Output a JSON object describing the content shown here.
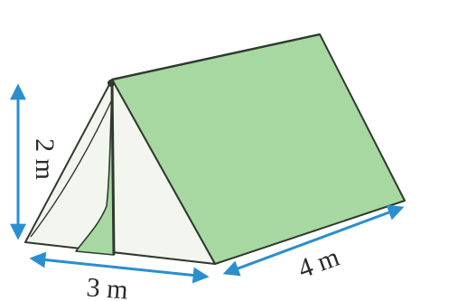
{
  "figure": {
    "shape": "triangular prism tent",
    "colors": {
      "canvas": "#ffffff",
      "roof_fill": "#a7d8a1",
      "front_fill": "#f3f6ee",
      "door_fill": "#a7d8a1",
      "outline": "#2f3a2f",
      "arrow": "#2a8fcf"
    },
    "dimensions": {
      "height": "2 m",
      "width": "3 m",
      "length": "4 m"
    }
  }
}
